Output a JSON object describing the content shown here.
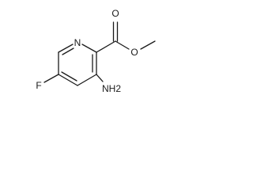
{
  "molecule": {
    "atoms": {
      "ring_nitrogen": "N",
      "carbonyl_oxygen": "O",
      "ester_oxygen": "O",
      "fluorine": "F",
      "amino": "NH2"
    }
  },
  "colors": {
    "ink": "#1a1a1a",
    "background": "#ffffff"
  }
}
